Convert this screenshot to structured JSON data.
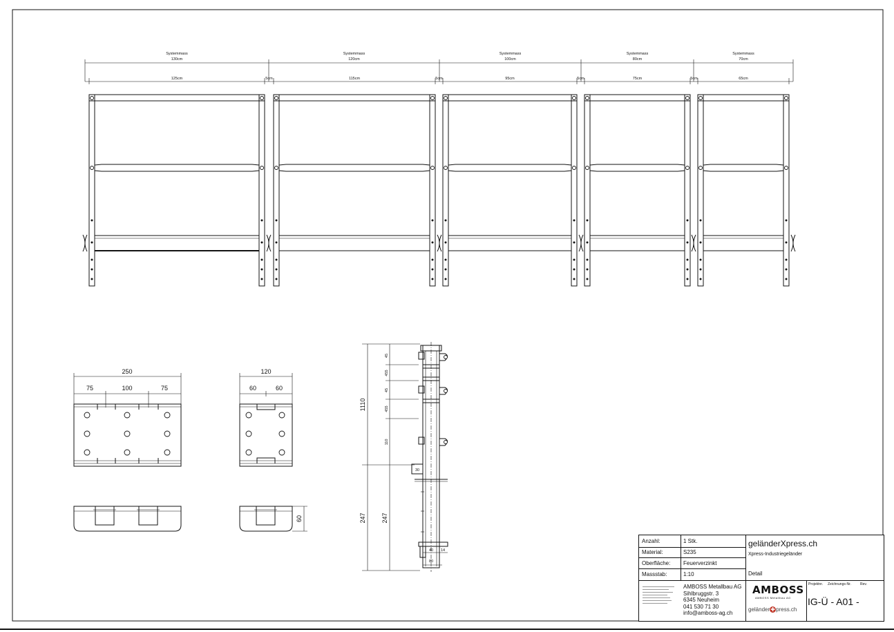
{
  "top_view": {
    "bays": [
      {
        "system": "Systemmass",
        "system_len": "130cm",
        "clear": "125cm"
      },
      {
        "system": "Systemmass",
        "system_len": "120cm",
        "clear": "115cm"
      },
      {
        "system": "Systemmass",
        "system_len": "100cm",
        "clear": "95cm"
      },
      {
        "system": "Systemmass",
        "system_len": "80cm",
        "clear": "75cm"
      },
      {
        "system": "Systemmass",
        "system_len": "70cm",
        "clear": "65cm"
      }
    ],
    "gap_label": "5cm"
  },
  "plate_large": {
    "total": "250",
    "left": "75",
    "mid": "100",
    "right": "75"
  },
  "plate_small": {
    "total": "120",
    "left": "60",
    "right": "60",
    "height": "60"
  },
  "post": {
    "total_height": "1110",
    "d1": "45",
    "d2": "455",
    "d3": "45",
    "d4": "455",
    "d5": "110",
    "lower_outer": "247",
    "lower_inner": "247",
    "bracket": "30",
    "base_a": "40",
    "base_b": "14",
    "base_c": "80"
  },
  "title_block": {
    "rows": [
      {
        "label": "Anzahl:",
        "value": "1 Stk."
      },
      {
        "label": "Material:",
        "value": "S235"
      },
      {
        "label": "Oberfläche:",
        "value": "Feuerverzinkt"
      },
      {
        "label": "Massstab:",
        "value": "1:10"
      }
    ],
    "brand": "geländerXpress.ch",
    "subtitle": "Xpress-Industriegeländer",
    "detail": "Detail",
    "company": {
      "name": "AMBOSS Metallbau AG",
      "street": "Sihlbruggstr. 3",
      "city": "6345 Neuheim",
      "phone": "041 530 71 30",
      "email": "info@amboss-ag.ch"
    },
    "logo_text": "AMBOSS",
    "logo_sub": "AMBOSS Metallbau AG",
    "logo2_text": "geländer",
    "logo2_text2": "press.ch",
    "fields": {
      "proj": "Projektnr.",
      "drawing": "Zeichnungs-Nr.",
      "rev": "Rev."
    },
    "drawing_no": "IG-Ü - A01",
    "rev_value": "-"
  }
}
